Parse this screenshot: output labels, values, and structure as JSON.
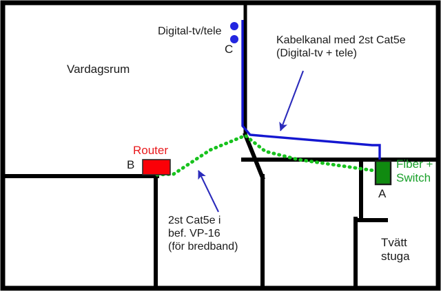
{
  "diagram": {
    "title": "Floor plan network cabling diagram",
    "background_color": "#ffffff",
    "wall_color": "#000000",
    "colors": {
      "blue_cable": "#1417d0",
      "green_cable": "#18c21e",
      "router_red": "#fb0007",
      "router_label_red": "#e8191c",
      "fiber_green": "#108a10",
      "fiber_label_green": "#19a02a",
      "annotation_arrow": "#2b2bbb",
      "text_black": "#1a1a1a"
    },
    "rooms": [
      {
        "id": "vardagsrum",
        "label": "Vardagsrum"
      },
      {
        "id": "tvattstuga",
        "label": "Tvätt\nstuga"
      }
    ],
    "labels": {
      "digital_tv_tele": "Digital-tv/tele",
      "point_c": "C",
      "point_b": "B",
      "point_a": "A",
      "router": "Router",
      "fiber_switch": "Fiber +\nSwitch"
    },
    "annotations": [
      {
        "id": "kabelkanal",
        "text": "Kabelkanal med 2st Cat5e\n(Digital-tv + tele)",
        "arrow": "down-left"
      },
      {
        "id": "cat5e-vp16",
        "text": "2st Cat5e i\nbef. VP-16\n(för bredband)",
        "arrow": "up-left"
      }
    ],
    "cables": [
      {
        "id": "blue-cable",
        "name": "Kabelkanal med 2st Cat5e (Digital-tv + tele)",
        "color": "#1417d0",
        "style": "solid",
        "from": "C",
        "to": "A"
      },
      {
        "id": "green-cable",
        "name": "2st Cat5e i bef. VP-16 (för bredband)",
        "color": "#18c21e",
        "style": "dotted",
        "from": "B",
        "to": "A"
      }
    ],
    "devices": [
      {
        "id": "router",
        "label": "Router",
        "point": "B",
        "color": "#fb0007",
        "shape": "rect"
      },
      {
        "id": "fiber-switch",
        "label": "Fiber + Switch",
        "point": "A",
        "color": "#108a10",
        "shape": "rect"
      },
      {
        "id": "tv-tele-outlet",
        "label": "Digital-tv/tele",
        "point": "C",
        "color": "#1417d0",
        "shape": "dots"
      }
    ]
  }
}
